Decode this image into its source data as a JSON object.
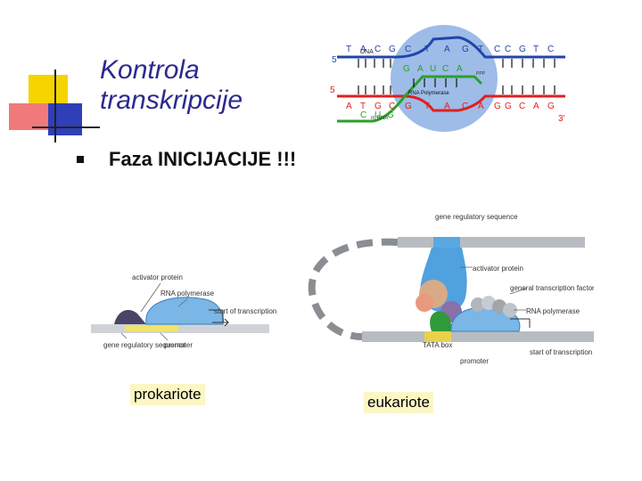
{
  "title": {
    "line1": "Kontrola",
    "line2": "transkripcije"
  },
  "bullet": {
    "text": "Faza INICIJACIJE !!!"
  },
  "dna_figure": {
    "dna_label": "DNA",
    "five_prime_top": "5'",
    "five_prime_mid": "5",
    "three_prime_right": "3'",
    "top_letters": [
      "T",
      "A",
      "C",
      "G",
      "C",
      "T",
      "A",
      "G",
      "T",
      "C",
      "C",
      "G",
      "T",
      "C"
    ],
    "bottom_letters": [
      "A",
      "T",
      "G",
      "C",
      "G",
      "T",
      "A",
      "C",
      "A",
      "G",
      "G",
      "C",
      "A",
      "G"
    ],
    "rna_letters": [
      "G",
      "A",
      "U",
      "C",
      "A",
      "C",
      "U",
      "G"
    ],
    "rna_polymerase_label": "RNA Polymerase",
    "ppp_label": "PPP",
    "mrna_label": "m RNA"
  },
  "prokaryote_figure": {
    "activator_protein": "activator protein",
    "rna_polymerase": "RNA polymerase",
    "start_of_transcription": "start of transcription",
    "gene_regulatory_sequence": "gene regulatory sequence",
    "promoter": "promoter"
  },
  "eukaryote_figure": {
    "gene_regulatory_sequence": "gene regulatory sequence",
    "activator_protein": "activator protein",
    "general_transcription_factors": "general transcription factors",
    "rna_polymerase": "RNA polymerase",
    "tata_box": "TATA box",
    "promoter": "promoter",
    "start_of_transcription": "start of transcription"
  },
  "labels": {
    "prokariote": "prokariote",
    "eukariote": "eukariote"
  },
  "colors": {
    "title": "#2b2a8f",
    "label_bg": "#fbf6c4",
    "deco_yellow": "#f5d400",
    "deco_pink": "#f07a7a",
    "deco_blue": "#2f3fb8"
  }
}
